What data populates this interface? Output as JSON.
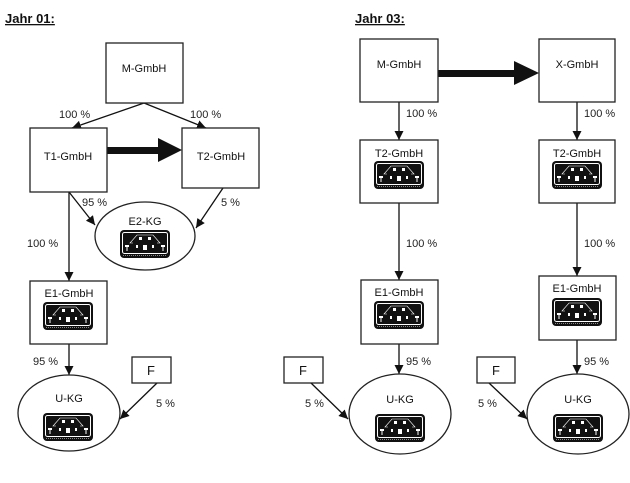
{
  "panels": [
    {
      "title": "Jahr 01:",
      "nodes": {
        "m": "M-GmbH",
        "t1": "T1-GmbH",
        "t2": "T2-GmbH",
        "e2": "E2-KG",
        "e1": "E1-GmbH",
        "f": "F",
        "u": "U-KG"
      },
      "edges": {
        "m_t1": "100 %",
        "m_t2": "100 %",
        "t1_e2": "95 %",
        "t2_e2": "5 %",
        "t1_e1": "100 %",
        "e1_u": "95 %",
        "f_u": "5 %"
      }
    },
    {
      "title": "Jahr 03:",
      "nodes": {
        "m": "M-GmbH",
        "x": "X-GmbH",
        "t2a": "T2-GmbH",
        "t2b": "T2-GmbH",
        "e1a": "E1-GmbH",
        "e1b": "E1-GmbH",
        "fa": "F",
        "fb": "F",
        "ua": "U-KG",
        "ub": "U-KG"
      },
      "edges": {
        "m_t2": "100 %",
        "x_t2": "100 %",
        "t2a_e1a": "100 %",
        "t2b_e1b": "100 %",
        "e1a_ua": "95 %",
        "e1b_ub": "95 %",
        "fa_ua": "5 %",
        "fb_ub": "5 %"
      }
    }
  ],
  "icons": {
    "property": "house-icon",
    "transfer": "thick-arrow-icon"
  },
  "colors": {
    "line": "#111111",
    "background": "#ffffff"
  }
}
